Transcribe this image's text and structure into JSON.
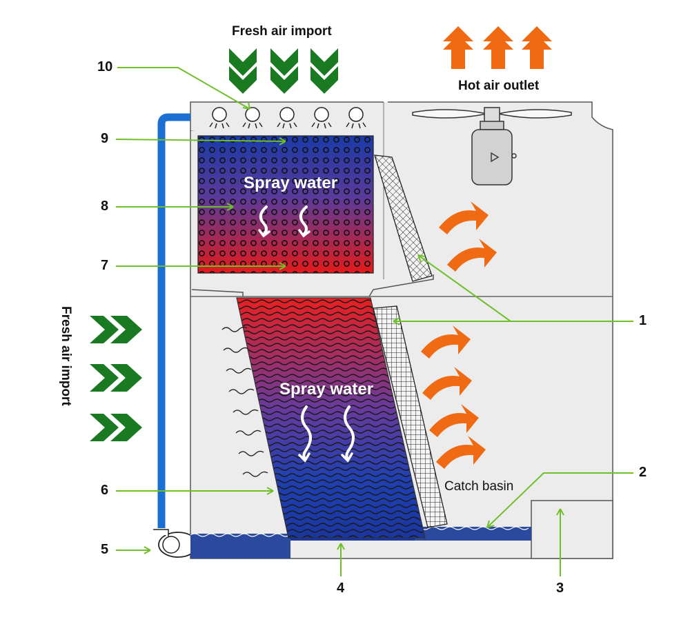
{
  "labels": {
    "fresh_air_top": "Fresh air import",
    "hot_air_outlet": "Hot air outlet",
    "fresh_air_side": "Fresh air import",
    "spray_water_upper": "Spray water",
    "spray_water_lower": "Spray water",
    "catch_basin": "Catch basin"
  },
  "callouts": {
    "n1": "1",
    "n2": "2",
    "n3": "3",
    "n4": "4",
    "n5": "5",
    "n6": "6",
    "n7": "7",
    "n8": "8",
    "n9": "9",
    "n10": "10"
  },
  "colors": {
    "fresh_air_arrow": "#1a7a22",
    "hot_air_arrow": "#f06a14",
    "leader_line": "#6fbf2a",
    "water_blue": "#1e3fa8",
    "water_red": "#e02020",
    "pipe": "#1a6fd0",
    "housing": "#ececec"
  }
}
